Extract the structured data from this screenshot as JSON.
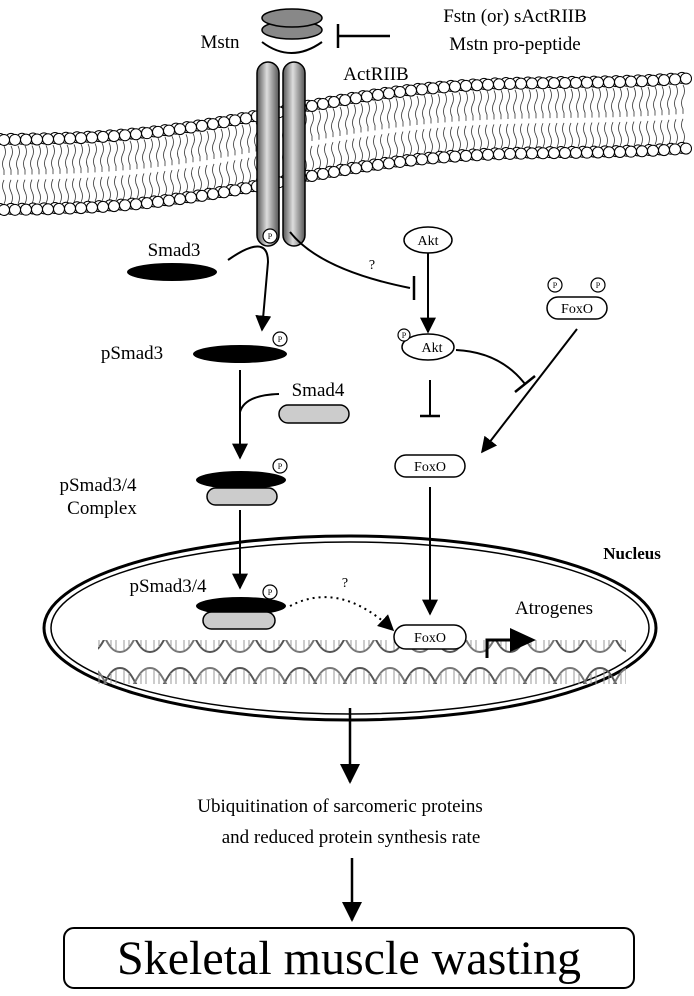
{
  "ligand": {
    "label": "Mstn"
  },
  "inhibitors": {
    "line1": "Fstn (or) sActRIIB",
    "line2": "Mstn pro-peptide"
  },
  "receptor": {
    "label": "ActRIIB"
  },
  "smad": {
    "smad3": "Smad3",
    "psmad3": "pSmad3",
    "smad4": "Smad4",
    "complex_line1": "pSmad3/4",
    "complex_line2": "Complex",
    "nuclear": "pSmad3/4"
  },
  "akt": {
    "akt_top": "Akt",
    "akt_p": "Akt"
  },
  "foxo": {
    "foxo_pp": "FoxO",
    "foxo_mid": "FoxO",
    "foxo_nuc": "FoxO"
  },
  "phospho": {
    "p": "P"
  },
  "question": {
    "q1": "?",
    "q2": "?"
  },
  "nucleus": {
    "label": "Nucleus"
  },
  "atrogenes": {
    "label": "Atrogenes"
  },
  "outcome": {
    "line1": "Ubiquitination of  sarcomeric proteins",
    "line2": "and reduced protein synthesis rate"
  },
  "final": {
    "label": "Skeletal muscle wasting"
  },
  "colors": {
    "black": "#000000",
    "grey": "#cccccc",
    "dark_grey": "#888888"
  }
}
